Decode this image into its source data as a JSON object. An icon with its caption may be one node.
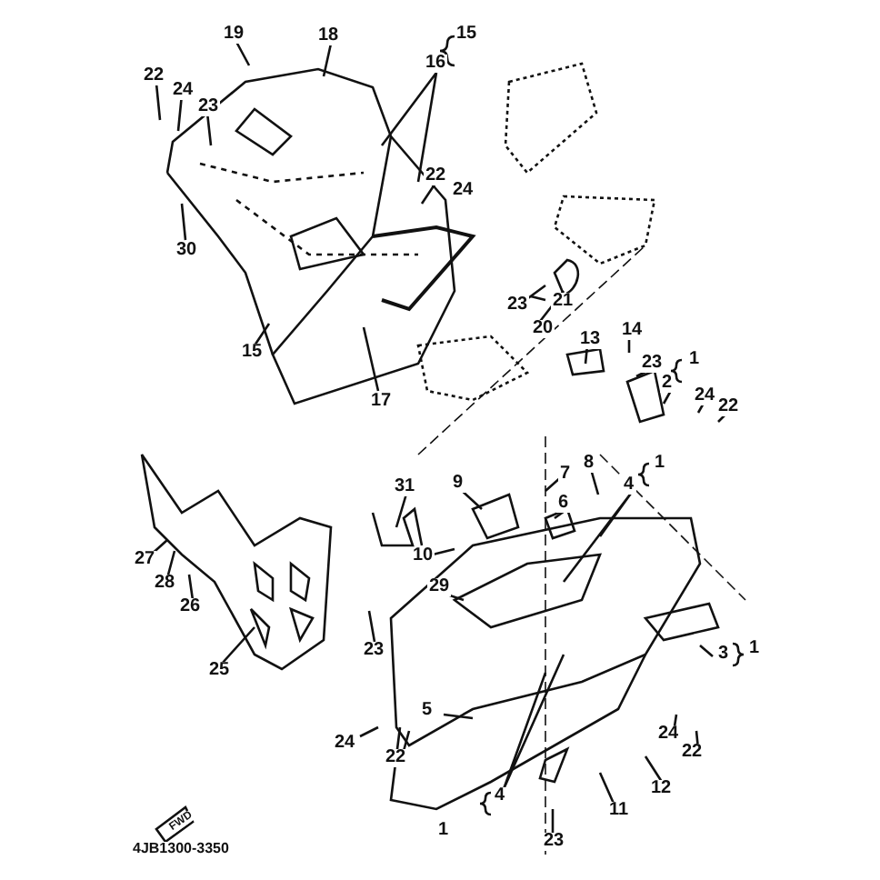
{
  "diagram": {
    "labels": [
      "19",
      "18",
      "15",
      "16",
      "22",
      "24",
      "23",
      "22",
      "24",
      "30",
      "23",
      "21",
      "20",
      "13",
      "14",
      "15",
      "23",
      "1",
      "2",
      "17",
      "24",
      "22",
      "8",
      "7",
      "1",
      "31",
      "9",
      "4",
      "6",
      "27",
      "10",
      "28",
      "29",
      "26",
      "23",
      "3",
      "1",
      "25",
      "5",
      "24",
      "24",
      "22",
      "22",
      "12",
      "11",
      "4",
      "1",
      "23",
      "FWD",
      "4JB1300-3350"
    ]
  }
}
